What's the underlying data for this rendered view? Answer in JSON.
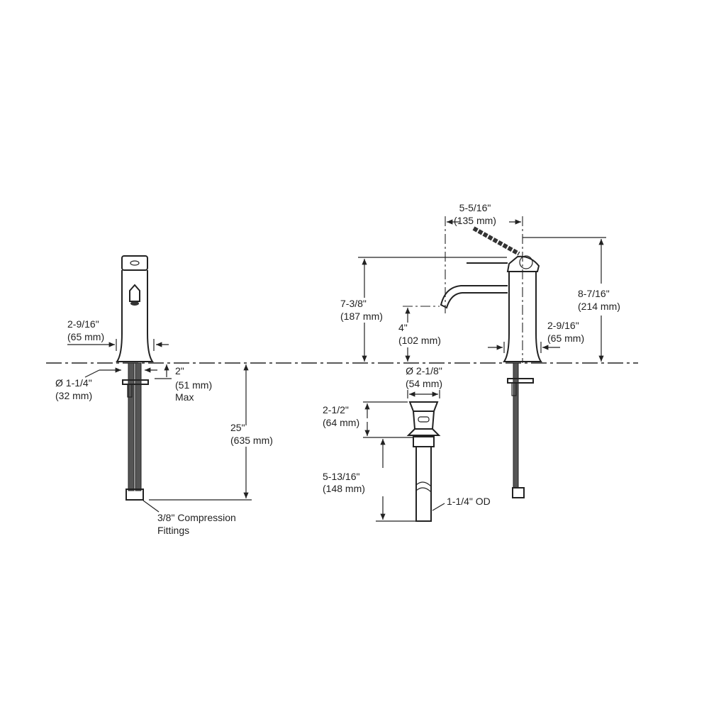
{
  "front_view": {
    "body_width_in": "2-9/16\"",
    "body_width_mm": "(65 mm)",
    "hole_diameter_in": "Ø 1-1/4\"",
    "hole_diameter_mm": "(32 mm)",
    "deck_thickness_in": "2\"",
    "deck_thickness_mm": "(51 mm)",
    "deck_thickness_note": "Max",
    "supply_length_in": "25\"",
    "supply_length_mm": "(635 mm)",
    "fittings_line1": "3/8\" Compression",
    "fittings_line2": "Fittings"
  },
  "side_view": {
    "spout_reach_in": "5-5/16\"",
    "spout_reach_mm": "(135 mm)",
    "overall_height_in": "7-3/8\"",
    "overall_height_mm": "(187 mm)",
    "spout_height_in": "4\"",
    "spout_height_mm": "(102 mm)",
    "handle_height_in": "8-7/16\"",
    "handle_height_mm": "(214 mm)",
    "base_width_in": "2-9/16\"",
    "base_width_mm": "(65 mm)"
  },
  "drain": {
    "diameter_in": "Ø 2-1/8\"",
    "diameter_mm": "(54 mm)",
    "flange_height_in": "2-1/2\"",
    "flange_height_mm": "(64 mm)",
    "tailpiece_length_in": "5-13/16\"",
    "tailpiece_length_mm": "(148 mm)",
    "tailpiece_od": "1-1/4\" OD"
  }
}
